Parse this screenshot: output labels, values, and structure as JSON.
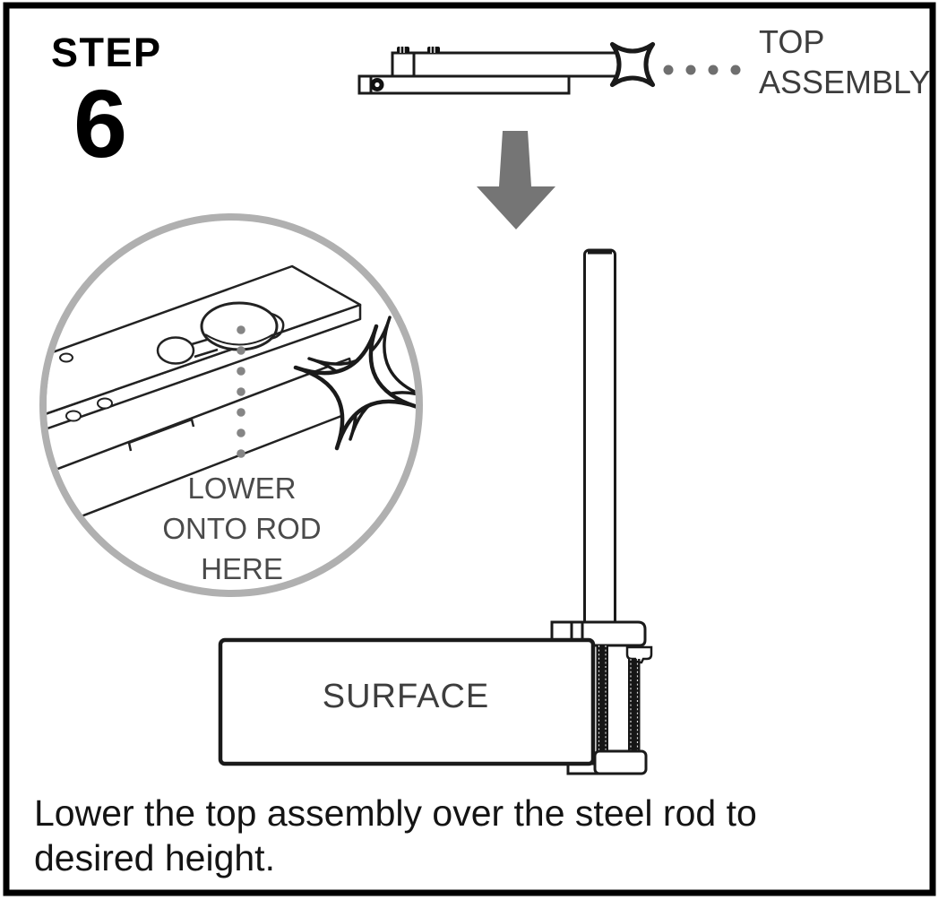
{
  "step": {
    "label": "STEP",
    "number": "6"
  },
  "top_assembly": {
    "label_lines": [
      "TOP",
      "ASSEMBLY"
    ]
  },
  "detail": {
    "label_lines": [
      "LOWER",
      "ONTO ROD",
      "HERE"
    ]
  },
  "surface": {
    "label": "SURFACE"
  },
  "caption": {
    "lines": [
      "Lower the top assembly over the steel rod to",
      "desired height."
    ]
  },
  "colors": {
    "border": "#000000",
    "line": "#1a1a1a",
    "arrow": "#757575",
    "circle_stroke": "#b0b0b0",
    "leader_dots": "#6f6f6f",
    "detail_dots": "#858585",
    "label_text": "#3d3d3d",
    "detail_text": "#4a4a4a",
    "caption_text": "#141414"
  }
}
